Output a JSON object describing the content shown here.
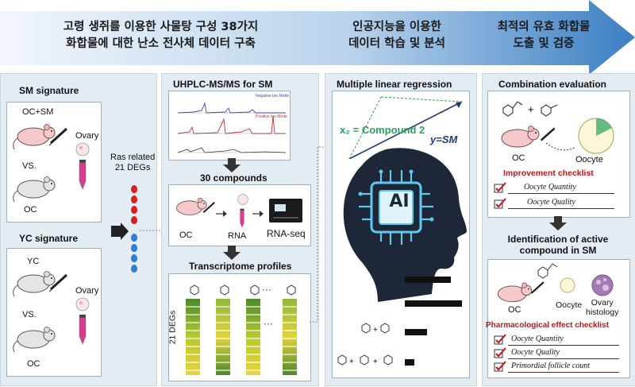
{
  "banner": {
    "col1_line1": "고령 생쥐를 이용한 사물탕 구성 38가지",
    "col1_line2": "화합물에 대한 난소 전사체 데이터 구축",
    "col2_line1": "인공지능을 이용한",
    "col2_line2": "데이터 학습 및 분석",
    "col3_line1": "최적의 유효 화합물",
    "col3_line2": "도출 및 검증"
  },
  "panel1": {
    "sm_title": "SM signature",
    "oc_sm": "OC+SM",
    "ovary_top": "Ovary",
    "vs_top": "VS.",
    "oc_top": "OC",
    "yc_title": "YC signature",
    "yc": "YC",
    "ovary_bottom": "Ovary",
    "vs_bottom": "VS.",
    "oc_bottom": "OC",
    "ras_line1": "Ras related",
    "ras_line2": "21 DEGs"
  },
  "panel2": {
    "uhplc_title": "UHPLC-MS/MS for SM",
    "chrom_neg": "Negative Ion Mode",
    "chrom_pos": "Positive Ion Mode",
    "compounds_title": "30 compounds",
    "oc": "OC",
    "rna": "RNA",
    "rnaseq": "RNA-seq",
    "profiles_title": "Transcriptome profiles",
    "degs": "21 DEGs",
    "dots": "···"
  },
  "panel3": {
    "title": "Multiple linear regression",
    "x2_label": "x₂ = Compound 2",
    "y_label": "y=SM",
    "ai_label": "AI"
  },
  "panel4": {
    "combo_title": "Combination evaluation",
    "oc": "OC",
    "oocyte": "Oocyte",
    "improve_title": "Improvement checklist",
    "improve_items": [
      "Oocyte Quantity",
      "Oocyte Quality"
    ],
    "ident_line1": "Identification of active",
    "ident_line2": "compound in SM",
    "oc2": "OC",
    "oocyte2": "Oocyte",
    "ovary_hist_line1": "Ovary",
    "ovary_hist_line2": "histology",
    "pharm_title": "Pharmacological effect checklist",
    "pharm_items": [
      "Oocyte Quantity",
      "Oocyte Quality",
      "Primordial follicle count"
    ]
  },
  "colors": {
    "banner_arrow": "#4a86c5",
    "banner_light": "#dce8f3",
    "panel_bg": "#e4ecf3",
    "ai_head": "#1d2738",
    "ai_accent": "#5ec8f0",
    "checklist_red": "#c2151b",
    "bar_green": "#4a8a2a",
    "bar_yellow": "#e2d23a"
  },
  "icons": [
    "mouse-icon",
    "syringe-icon",
    "tube-icon",
    "egg-icon",
    "ai-head-icon",
    "chip-icon",
    "checkbox-icon",
    "molecule-icon",
    "sequencer-icon",
    "arrow-down-icon"
  ]
}
